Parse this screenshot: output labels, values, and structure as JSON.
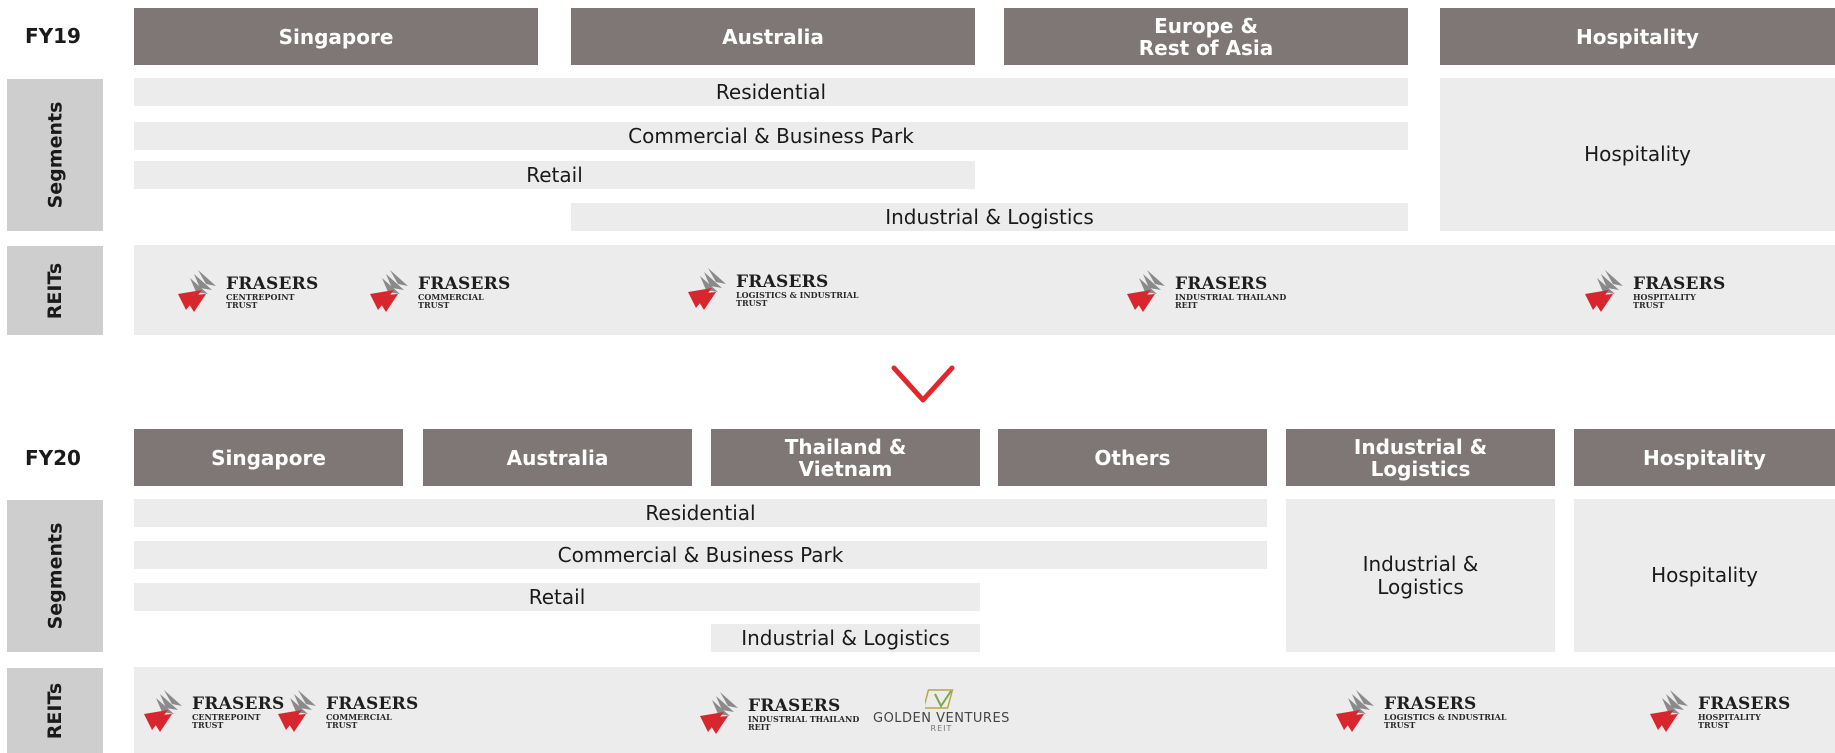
{
  "fy19": {
    "label": "FY19",
    "headers": [
      "Singapore",
      "Australia",
      "Europe &\nRest of Asia",
      "Hospitality"
    ],
    "side_segments": "Segments",
    "side_reits": "REITs",
    "segments": {
      "residential": "Residential",
      "commercial": "Commercial & Business Park",
      "retail": "Retail",
      "industrial": "Industrial & Logistics",
      "hospitality": "Hospitality"
    },
    "reits": [
      {
        "brand": "FRASERS",
        "line1": "CENTREPOINT",
        "line2": "TRUST"
      },
      {
        "brand": "FRASERS",
        "line1": "COMMERCIAL",
        "line2": "TRUST"
      },
      {
        "brand": "FRASERS",
        "line1": "LOGISTICS & INDUSTRIAL",
        "line2": "TRUST"
      },
      {
        "brand": "FRASERS",
        "line1": "INDUSTRIAL THAILAND",
        "line2": "REIT"
      },
      {
        "brand": "FRASERS",
        "line1": "HOSPITALITY",
        "line2": "TRUST"
      }
    ]
  },
  "fy20": {
    "label": "FY20",
    "headers": [
      "Singapore",
      "Australia",
      "Thailand &\nVietnam",
      "Others",
      "Industrial &\nLogistics",
      "Hospitality"
    ],
    "side_segments": "Segments",
    "side_reits": "REITs",
    "segments": {
      "residential": "Residential",
      "commercial": "Commercial & Business Park",
      "retail": "Retail",
      "industrial": "Industrial & Logistics",
      "industrial_box": "Industrial &\nLogistics",
      "hospitality": "Hospitality"
    },
    "reits": [
      {
        "brand": "FRASERS",
        "line1": "CENTREPOINT",
        "line2": "TRUST"
      },
      {
        "brand": "FRASERS",
        "line1": "COMMERCIAL",
        "line2": "TRUST"
      },
      {
        "brand": "FRASERS",
        "line1": "INDUSTRIAL THAILAND",
        "line2": "REIT"
      },
      {
        "brand": "FRASERS",
        "line1": "LOGISTICS & INDUSTRIAL",
        "line2": "TRUST"
      },
      {
        "brand": "FRASERS",
        "line1": "HOSPITALITY",
        "line2": "TRUST"
      }
    ],
    "golden_ventures": {
      "name": "GOLDEN VENTURES",
      "sub": "REIT"
    }
  },
  "colors": {
    "header_bg": "#7f7676",
    "side_bg": "#cfcece",
    "bar_bg": "#ececec",
    "arrow": "#e3262c",
    "logo_red": "#d7262e",
    "logo_grey": "#8a8a8a"
  },
  "icons": {
    "transition": "chevron-down-icon",
    "logo": "frasers-logo-icon",
    "gv_logo": "golden-ventures-logo-icon"
  }
}
